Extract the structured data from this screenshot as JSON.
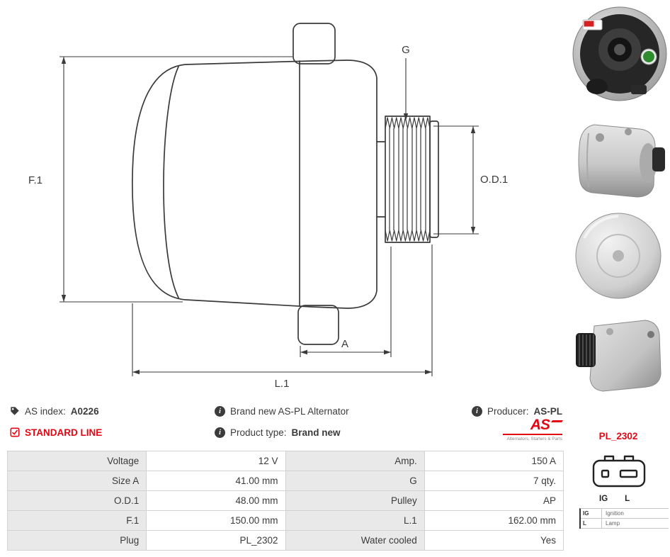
{
  "colors": {
    "accent_red": "#e30613",
    "line": "#3a3a3a",
    "table_label_bg": "#e9e9e9",
    "table_border": "#d2d2d2"
  },
  "drawing": {
    "dim_f1": "F.1",
    "dim_g": "G",
    "dim_od1": "O.D.1",
    "dim_a": "A",
    "dim_l1": "L.1"
  },
  "icons": {
    "info_glyph": "i"
  },
  "info": {
    "as_index_label": "AS index:",
    "as_index_value": "A0226",
    "standard_line_label": "STANDARD LINE",
    "description": "Brand new AS-PL Alternator",
    "product_type_label": "Product type:",
    "product_type_value": "Brand new",
    "producer_label": "Producer:",
    "producer_value": "AS-PL",
    "logo": {
      "text": "AS",
      "tagline": "Alternators, Starters & Parts"
    }
  },
  "specs": {
    "rows": [
      {
        "label1": "Voltage",
        "value1": "12 V",
        "label2": "Amp.",
        "value2": "150 A"
      },
      {
        "label1": "Size A",
        "value1": "41.00 mm",
        "label2": "G",
        "value2": "7 qty."
      },
      {
        "label1": "O.D.1",
        "value1": "48.00 mm",
        "label2": "Pulley",
        "value2": "AP"
      },
      {
        "label1": "F.1",
        "value1": "150.00 mm",
        "label2": "L.1",
        "value2": "162.00 mm"
      },
      {
        "label1": "Plug",
        "value1": "PL_2302",
        "label2": "Water cooled",
        "value2": "Yes"
      }
    ]
  },
  "plug": {
    "code": "PL_2302",
    "pin_left": "IG",
    "pin_right": "L",
    "legend": [
      {
        "pin": "IG",
        "desc": "Ignition"
      },
      {
        "pin": "L",
        "desc": "Lamp"
      }
    ]
  }
}
